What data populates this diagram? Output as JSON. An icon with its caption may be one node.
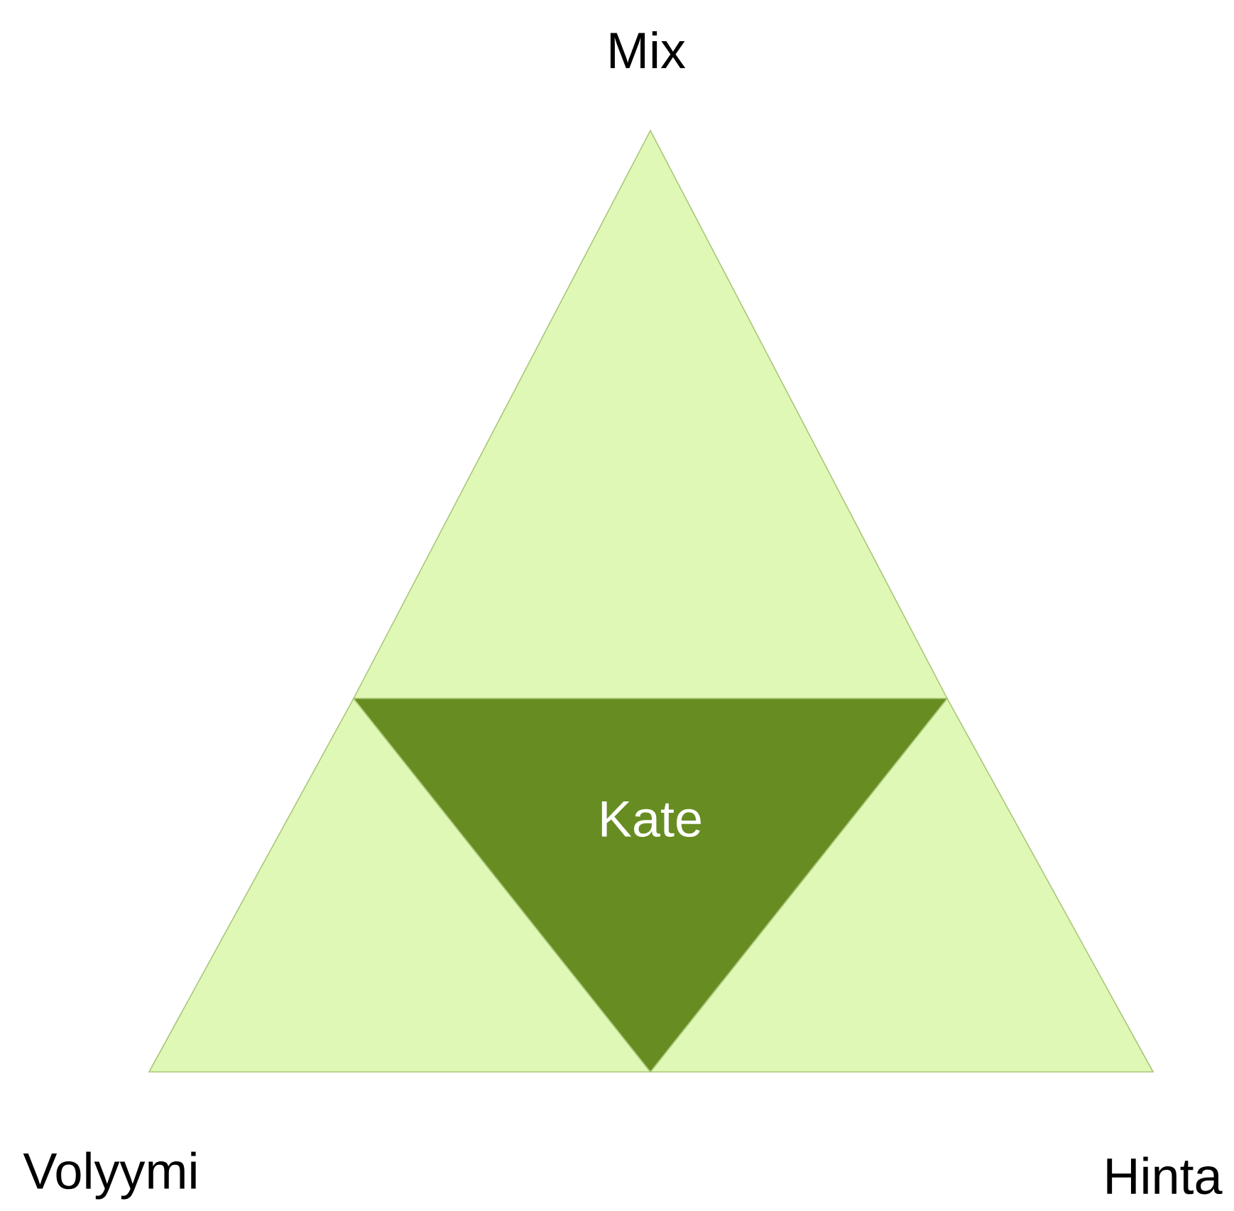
{
  "diagram": {
    "nodes": [
      {
        "text": [
          "Mix"
        ]
      },
      {
        "text": [
          "Volyymi"
        ]
      },
      {
        "text": [
          "Hinta"
        ]
      },
      {
        "text": [
          "Kate"
        ]
      }
    ]
  }
}
